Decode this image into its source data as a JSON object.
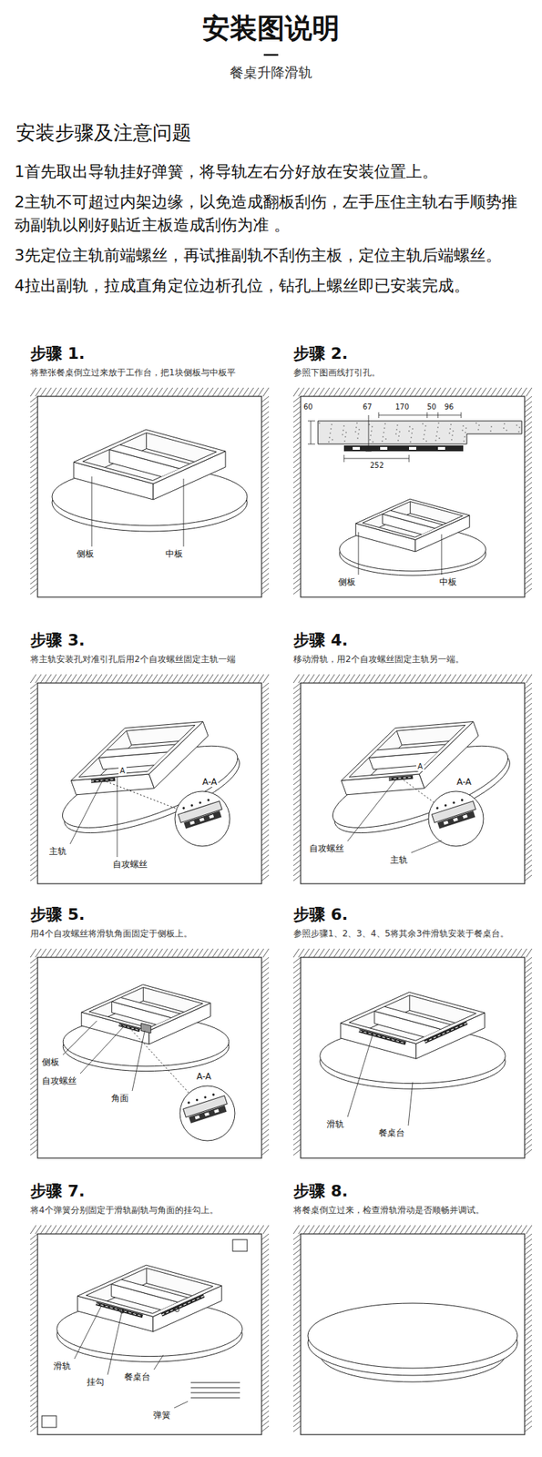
{
  "diagram": {
    "title": "安装图说明",
    "nodes": [
      {
        "text": [
          "步骤 1.",
          "将整张餐桌倒立过来放于工作台，把1块侧板与中板平"
        ]
      },
      {
        "text": [
          "步骤 2.",
          "参照下图画线打引孔。"
        ]
      },
      {
        "text": [
          "步骤 3.",
          "将主轨安装孔对准引孔后用2个自攻螺丝固定主轨一端"
        ]
      },
      {
        "text": [
          "步骤 4.",
          "移动滑轨，用2个自攻螺丝固定主轨另一端。"
        ]
      },
      {
        "text": [
          "步骤 5.",
          "用4个自攻螺丝将滑轨角面固定于侧板上。"
        ]
      },
      {
        "text": [
          "步骤 6.",
          "参照步骤1、2、3、4、5将其余3件滑轨安装于餐桌台。"
        ]
      },
      {
        "text": [
          "步骤 7.",
          "将4个弹簧分别固定于滑轨副轨与角面的挂勾上。"
        ]
      },
      {
        "text": [
          "步骤 8.",
          "将餐桌倒立过来，检查滑轨滑动是否顺畅并调试。"
        ]
      }
    ],
    "labels": [
      "餐桌升降滑轨",
      "安装步骤及注意问题",
      "1首先取出导轨挂好弹簧，将导轨左右分好放在安装位置上。",
      "2主轨不可超过内架边缘，以免造成翻板刮伤，左手压住主轨右手顺势推动副轨以刚好贴近主板造成刮伤为准 。",
      "3先定位主轨前端螺丝，再试推副轨不刮伤主板，定位主轨后端螺丝。",
      "4拉出副轨，拉成直角定位边析孔位，钻孔上螺丝即已安装完成。",
      "侧板",
      "中板",
      "60",
      "67",
      "170",
      "50",
      "96",
      "252",
      "侧板",
      "中板",
      "主轨",
      "自攻螺丝",
      "A",
      "A-A",
      "自攻螺丝",
      "主轨",
      "A",
      "A-A",
      "侧板",
      "自攻螺丝",
      "角面",
      "A-A",
      "滑轨",
      "餐桌台",
      "滑轨",
      "挂勾",
      "餐桌台",
      "弹簧"
    ]
  }
}
